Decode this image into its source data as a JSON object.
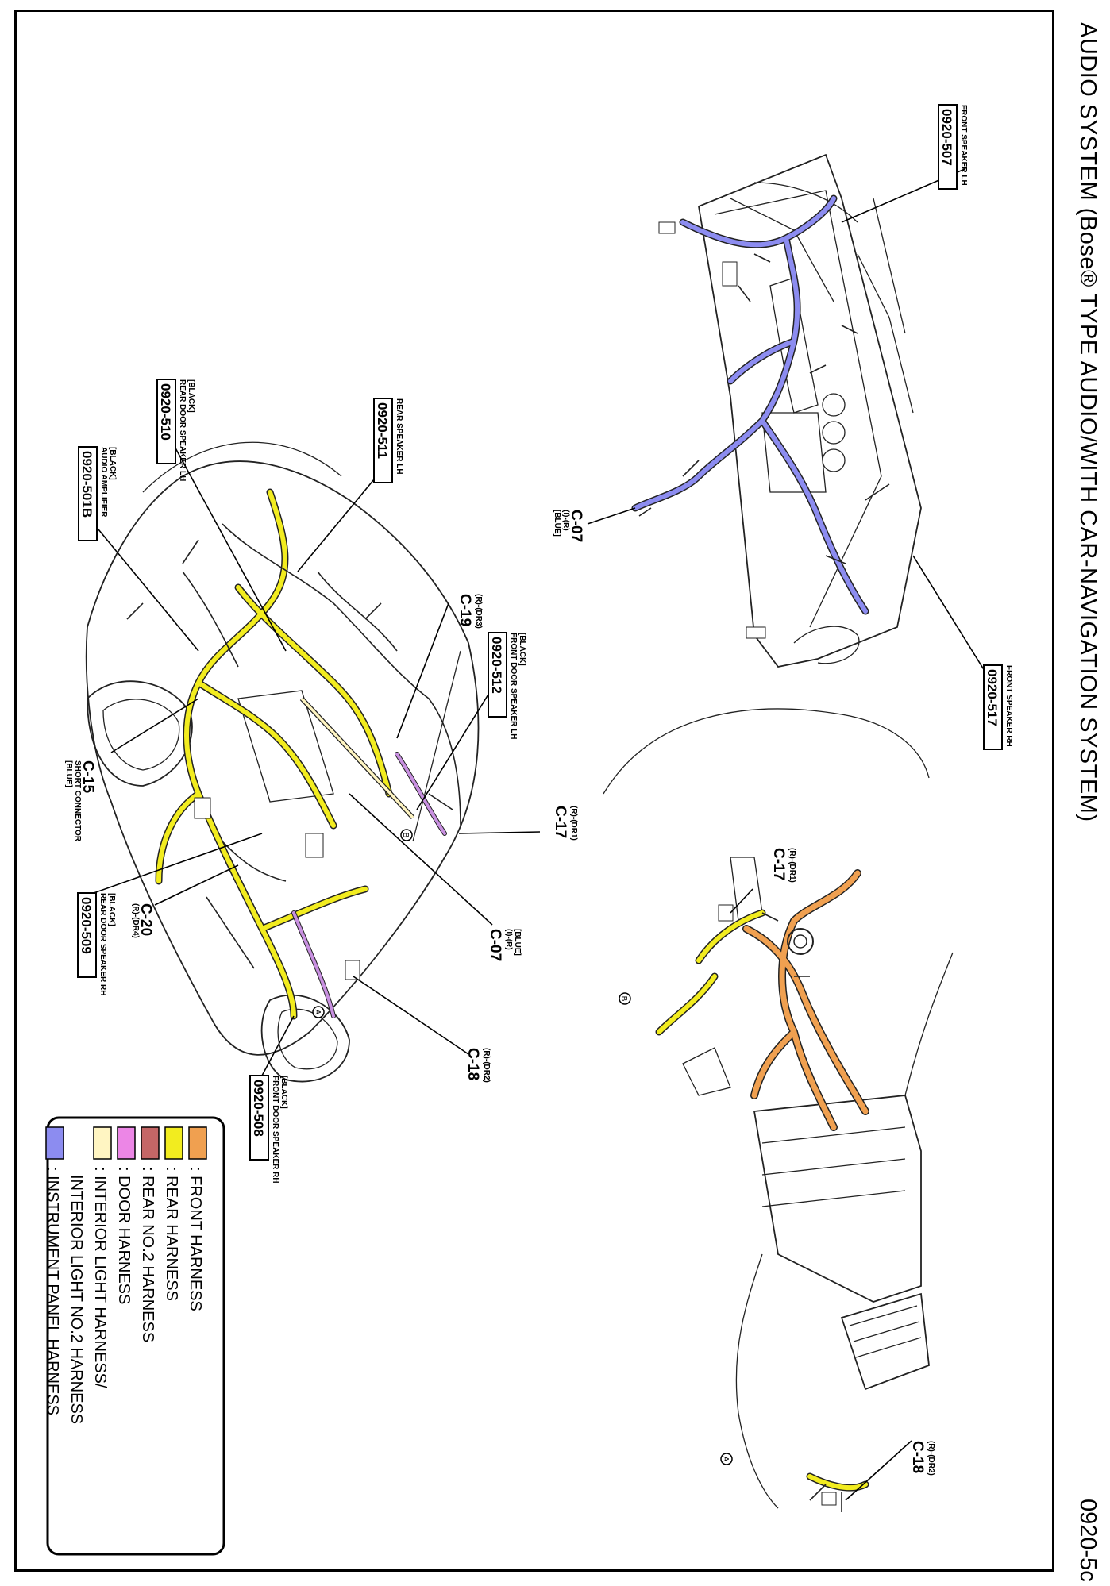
{
  "title": "AUDIO SYSTEM (Bose® TYPE AUDIO/WITH CAR-NAVIGATION SYSTEM)",
  "page_number": "0920-5c",
  "colors": {
    "front_harness": "#f0a050",
    "rear_harness": "#f2ec1f",
    "rear_no2_harness": "#c46666",
    "door_harness": "#ec86e6",
    "interior_light_harness": "#fff5c2",
    "instrument_panel_harness": "#8c8cf0"
  },
  "legend": [
    {
      "label": ": FRONT HARNESS",
      "color": "#f0a050"
    },
    {
      "label": ": REAR HARNESS",
      "color": "#f2ec1f"
    },
    {
      "label": ": REAR NO.2 HARNESS",
      "color": "#c46666"
    },
    {
      "label": ": DOOR HARNESS",
      "color": "#ec86e6"
    },
    {
      "label": ": INTERIOR LIGHT HARNESS/",
      "color": "#fff5c2"
    },
    {
      "label": "INTERIOR LIGHT NO.2 HARNESS",
      "color": null
    },
    {
      "label": ": INSTRUMENT PANEL HARNESS",
      "color": "#8c8cf0"
    }
  ],
  "callouts": {
    "c0920_507": {
      "code": "0920-507",
      "desc": "FRONT SPEAKER LH",
      "extra": ""
    },
    "c0920_517": {
      "code": "0920-517",
      "desc": "FRONT SPEAKER RH",
      "extra": ""
    },
    "c0920_511": {
      "code": "0920-511",
      "desc": "REAR SPEAKER LH",
      "extra": ""
    },
    "c0920_510": {
      "code": "0920-510",
      "desc": "REAR DOOR SPEAKER LH",
      "extra": "[BLACK]"
    },
    "c0920_501B": {
      "code": "0920-501B",
      "desc": "AUDIO AMPLIFIER",
      "extra": "[BLACK]"
    },
    "c0920_512": {
      "code": "0920-512",
      "desc": "FRONT DOOR SPEAKER LH",
      "extra": "[BLACK]"
    },
    "c0920_509": {
      "code": "0920-509",
      "desc": "REAR DOOR SPEAKER RH",
      "extra": "[BLACK]"
    },
    "c0920_508": {
      "code": "0920-508",
      "desc": "FRONT DOOR SPEAKER RH",
      "extra": "[BLACK]"
    }
  },
  "connectors": {
    "c07_top": {
      "id": "C-07",
      "sub": "(I)-(R)",
      "extra": "[BLUE]"
    },
    "c19": {
      "id": "C-19",
      "sub": "(R)-(DR3)",
      "extra": ""
    },
    "c17_mid": {
      "id": "C-17",
      "sub": "(R)-(DR1)",
      "extra": ""
    },
    "c15": {
      "id": "C-15",
      "sub": "SHORT CONNECTOR",
      "extra": "[BLUE]"
    },
    "c20": {
      "id": "C-20",
      "sub": "(R)-(DR4)",
      "extra": ""
    },
    "c07_mid": {
      "id": "C-07",
      "sub": "(I)-(R)",
      "extra": "[BLUE]"
    },
    "c18_mid": {
      "id": "C-18",
      "sub": "(R)-(DR2)",
      "extra": ""
    },
    "c17_right": {
      "id": "C-17",
      "sub": "(R)-(DR1)",
      "extra": ""
    },
    "c18_right": {
      "id": "C-18",
      "sub": "(R)-(DR2)",
      "extra": ""
    }
  },
  "markers": {
    "a": "A",
    "b": "B"
  }
}
